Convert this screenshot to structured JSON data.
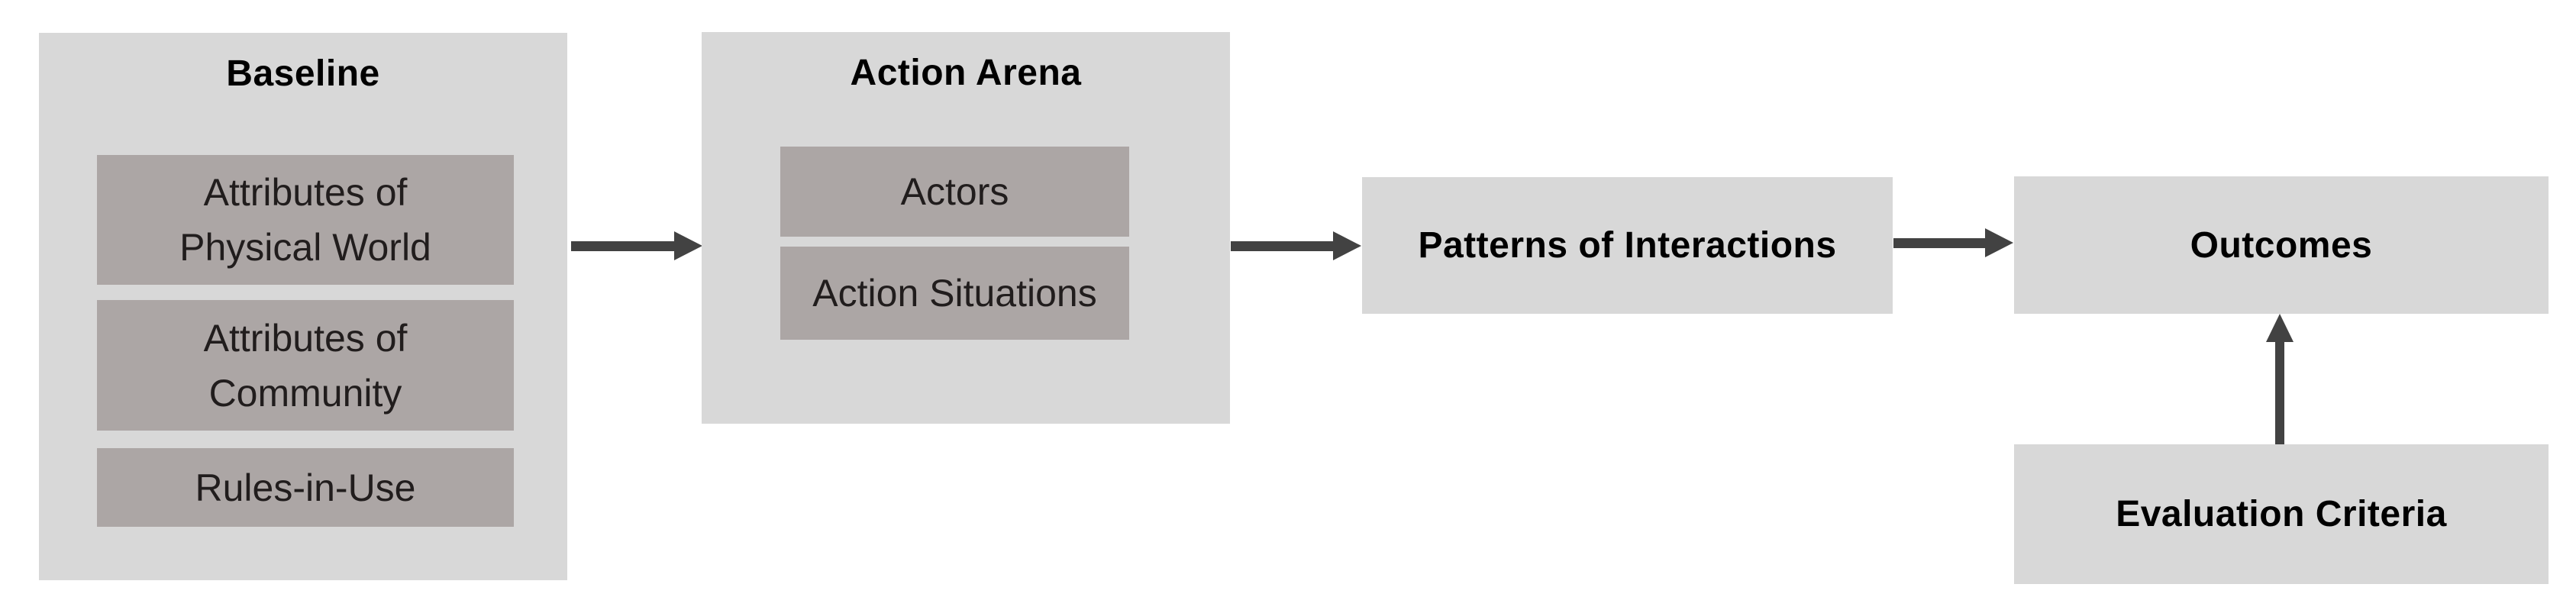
{
  "baseline": {
    "title": "Baseline",
    "item1": {
      "line1": "Attributes of",
      "line2": "Physical World"
    },
    "item2": {
      "line1": "Attributes of",
      "line2": "Community"
    },
    "item3": {
      "line1": "Rules-in-Use"
    }
  },
  "action_arena": {
    "title": "Action Arena",
    "item1": {
      "line1": "Actors"
    },
    "item2": {
      "line1": "Action Situations"
    }
  },
  "patterns": {
    "label": "Patterns of Interactions"
  },
  "outcomes": {
    "label": "Outcomes"
  },
  "evaluation": {
    "label": "Evaluation Criteria"
  },
  "colors": {
    "container_fill": "#d8d8d8",
    "inner_fill": "#aca6a5",
    "arrow": "#424242",
    "title_text": "#000000",
    "inner_text": "#211d1d"
  }
}
